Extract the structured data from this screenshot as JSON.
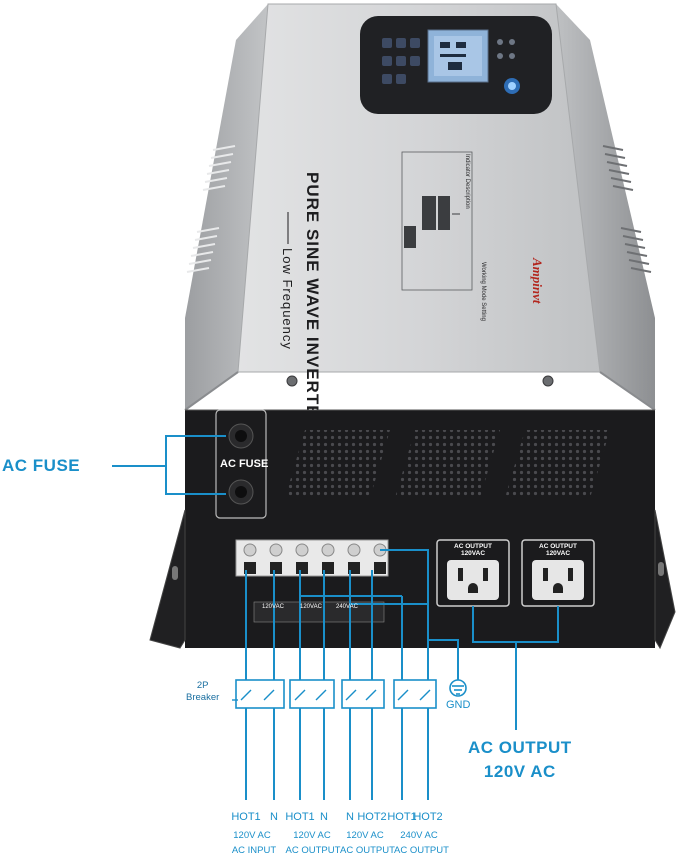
{
  "product": {
    "brand": "Ampinvt",
    "title": "PURE SINE WAVE INVERTER",
    "subtitle": "Low Frequency",
    "indicator_heading": "Indicator Description",
    "working_mode_heading": "Working Mode Setting"
  },
  "front_panel": {
    "fuse_label": "AC FUSE",
    "outlet_labels": [
      "AC OUTPUT\n120VAC",
      "AC OUTPUT\n120VAC"
    ]
  },
  "callouts": {
    "ac_fuse": "AC FUSE",
    "ac_output": "AC OUTPUT\n120V AC",
    "gnd": "GND",
    "breaker": "2P\nBreaker"
  },
  "terminals": {
    "labels_top": [
      "120VAC",
      "120VAC",
      "240VAC"
    ],
    "labels_bottom": [
      "HOT1",
      "N",
      "HOT1",
      "N",
      "HOT2",
      "HOT2"
    ]
  },
  "wire_groups": [
    {
      "wires": [
        "HOT1",
        "N"
      ],
      "voltage": "120V AC",
      "type": "AC INPUT"
    },
    {
      "wires": [
        "HOT1",
        "N"
      ],
      "voltage": "120V AC",
      "type": "AC OUTPUT"
    },
    {
      "wires": [
        "N",
        "HOT2"
      ],
      "voltage": "120V AC",
      "type": "AC OUTPUT"
    },
    {
      "wires": [
        "HOT1",
        "HOT2"
      ],
      "voltage": "240V AC",
      "type": "AC OUTPUT"
    }
  ],
  "colors": {
    "accent": "#1a8fc9",
    "body_silver": "#c9cbcd",
    "panel_black": "#1b1b1d"
  }
}
